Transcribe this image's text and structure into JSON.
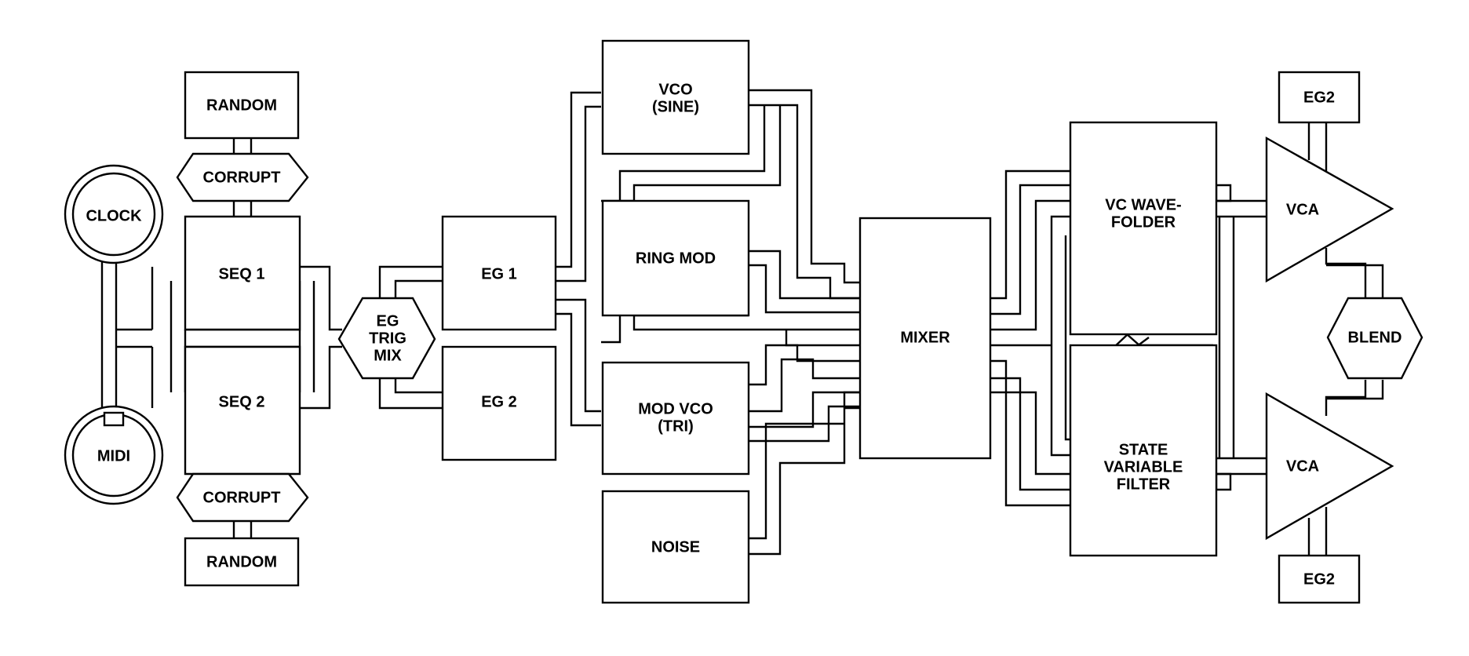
{
  "diagram": {
    "modules": {
      "clock": "CLOCK",
      "midi": "MIDI",
      "random_top": "RANDOM",
      "corrupt_top": "CORRUPT",
      "seq1": "SEQ 1",
      "seq2": "SEQ 2",
      "corrupt_bottom": "CORRUPT",
      "random_bottom": "RANDOM",
      "eg_trig_mix": [
        "EG",
        "TRIG",
        "MIX"
      ],
      "eg1": "EG 1",
      "eg2": "EG 2",
      "vco_sine": [
        "VCO",
        "(SINE)"
      ],
      "ring_mod": "RING MOD",
      "mod_vco_tri": [
        "MOD VCO",
        "(TRI)"
      ],
      "noise": "NOISE",
      "mixer": "MIXER",
      "wavefolder": [
        "VC WAVE-",
        "FOLDER"
      ],
      "svf": [
        "STATE",
        "VARIABLE",
        "FILTER"
      ],
      "vca_top": "VCA",
      "vca_bottom": "VCA",
      "eg2_top": "EG2",
      "eg2_bottom": "EG2",
      "blend": "BLEND"
    }
  }
}
